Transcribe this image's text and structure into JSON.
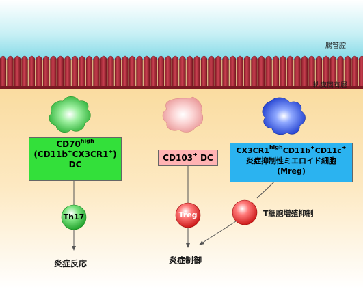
{
  "regions": {
    "lumen_label": "腸管腔",
    "lamina_label": "粘膜固有層"
  },
  "dc_cells": [
    {
      "line1": "CD70",
      "line1_sup": "high",
      "line2": "(CD11b",
      "line2_sup1": "+",
      "line2_mid": "CX3CR1",
      "line2_sup2": "+",
      "line2_end": ")",
      "line3": "DC",
      "box_color": "#33e03a",
      "cell_color": "#3ccf4a"
    },
    {
      "line1": "CD103",
      "line1_sup": "+",
      "line1_end": " DC",
      "box_color": "#ffb3b3",
      "cell_color": "#f2a6a6"
    },
    {
      "line1": "CX3CR1",
      "line1_sup": "high",
      "line1_mid": "CD11b",
      "line1_sup2": "+",
      "line1_mid2": "CD11c",
      "line1_sup3": "+",
      "line2": "炎症抑制性ミエロイド細胞",
      "line3": "(Mreg)",
      "box_color": "#2bb3f0",
      "cell_color": "#3450e0"
    }
  ],
  "t_cells": [
    {
      "label": "Th17",
      "color": "#2ecc40"
    },
    {
      "label": "Treg",
      "color": "#e82828"
    },
    {
      "label": "",
      "color": "#e82828"
    }
  ],
  "annotations": {
    "t_cell_suppression": "T細胞増殖抑制",
    "outcome_left": "炎症反応",
    "outcome_center": "炎症制御"
  }
}
